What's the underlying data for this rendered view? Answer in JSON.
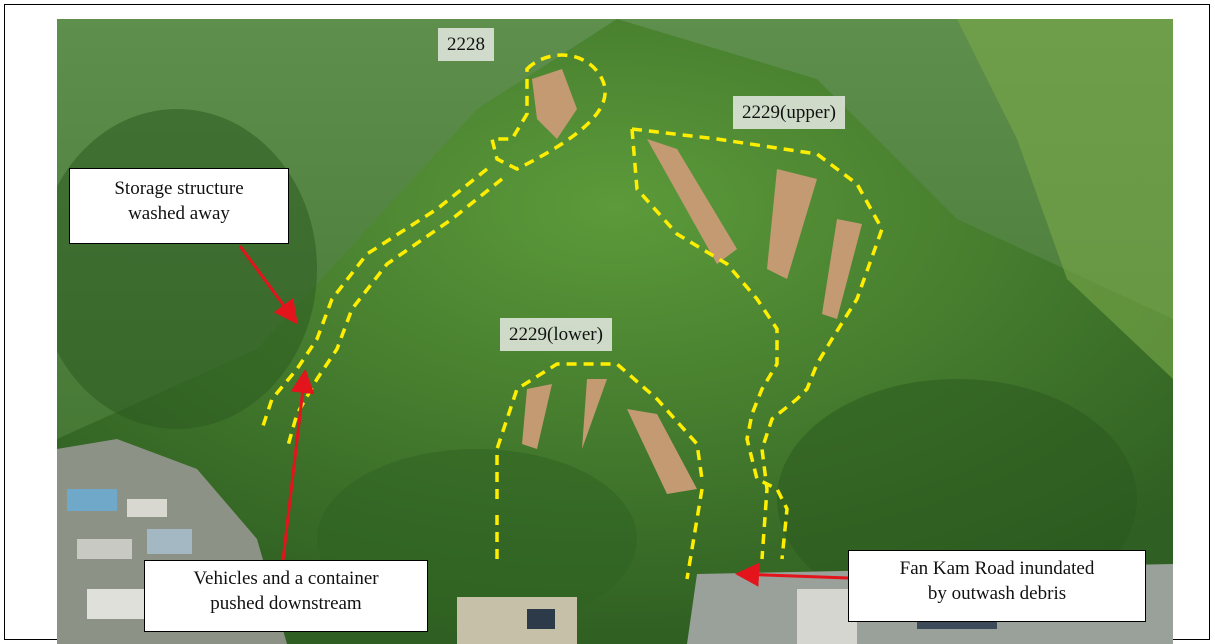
{
  "labels": {
    "site_2228": "2228",
    "site_2229_upper": "2229(upper)",
    "site_2229_lower": "2229(lower)"
  },
  "callouts": {
    "storage": [
      "Storage structure",
      "washed away"
    ],
    "vehicles": [
      "Vehicles and a container",
      "pushed downstream"
    ],
    "road": [
      "Fan Kam Road inundated",
      "by outwash debris"
    ]
  },
  "colors": {
    "outline": "#ffee00",
    "arrow": "#e3141b",
    "vegetation": "#3f7a2a",
    "scar": "#c49a72"
  }
}
